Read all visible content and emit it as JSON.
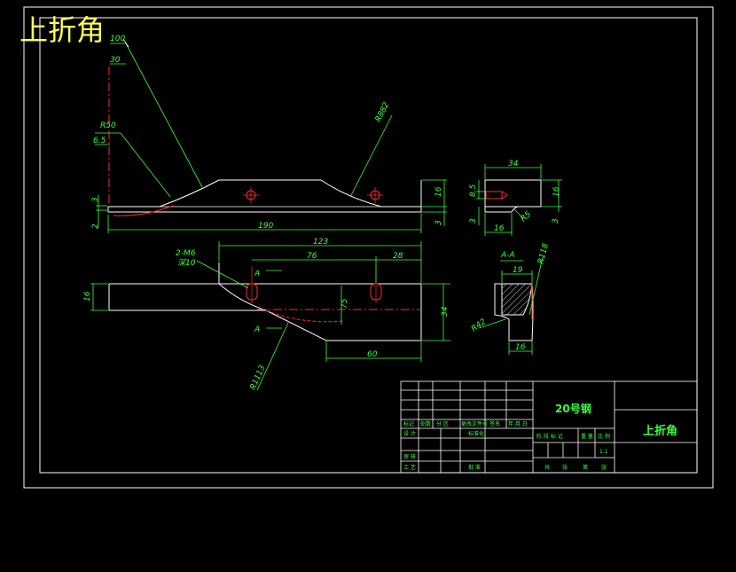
{
  "title_overlay": "上折角",
  "dimensions": {
    "d100": "100",
    "d30": "30",
    "r50": "R50",
    "d6_5": "6.5",
    "d3_top": "3",
    "d2": "2",
    "d190": "190",
    "r882": "R882",
    "d16_front": "16",
    "d3_front": "3",
    "d34_side": "34",
    "d8_5": "8.5",
    "d16_side": "16",
    "r5": "R5",
    "d3_side_left": "3",
    "d16_side_bottom": "16",
    "d3_side_right": "3",
    "hole_label": "2-M6",
    "hole_depth": "深10",
    "d123": "123",
    "d76": "76",
    "d28": "28",
    "d16_plan": "16",
    "d34_plan": "34",
    "d75": "75",
    "d60": "60",
    "r1113": "R1113",
    "section_a_top": "A",
    "section_a_bottom": "A",
    "section_title": "A-A",
    "d19": "19",
    "r118": "R118",
    "r42": "R42",
    "d16_section": "16"
  },
  "title_block": {
    "material": "20号钢",
    "part_name": "上折角",
    "scale": "1:1",
    "row_labels": [
      "标记",
      "处数",
      "分 区",
      "更改文件号",
      "签名",
      "年.月.日"
    ],
    "design": "设 计",
    "standardize": "标准化",
    "review": "审 核",
    "process": "工 艺",
    "approve": "批 准",
    "stage_headers": [
      "阶 段 标 记",
      "重 量",
      "比 例"
    ],
    "sheet_labels": [
      "共",
      "张",
      "第",
      "张"
    ]
  },
  "colors": {
    "outline": "#ffffff",
    "dimension": "#3cff3c",
    "hidden": "#ff2a2a",
    "title": "#ffff55"
  }
}
